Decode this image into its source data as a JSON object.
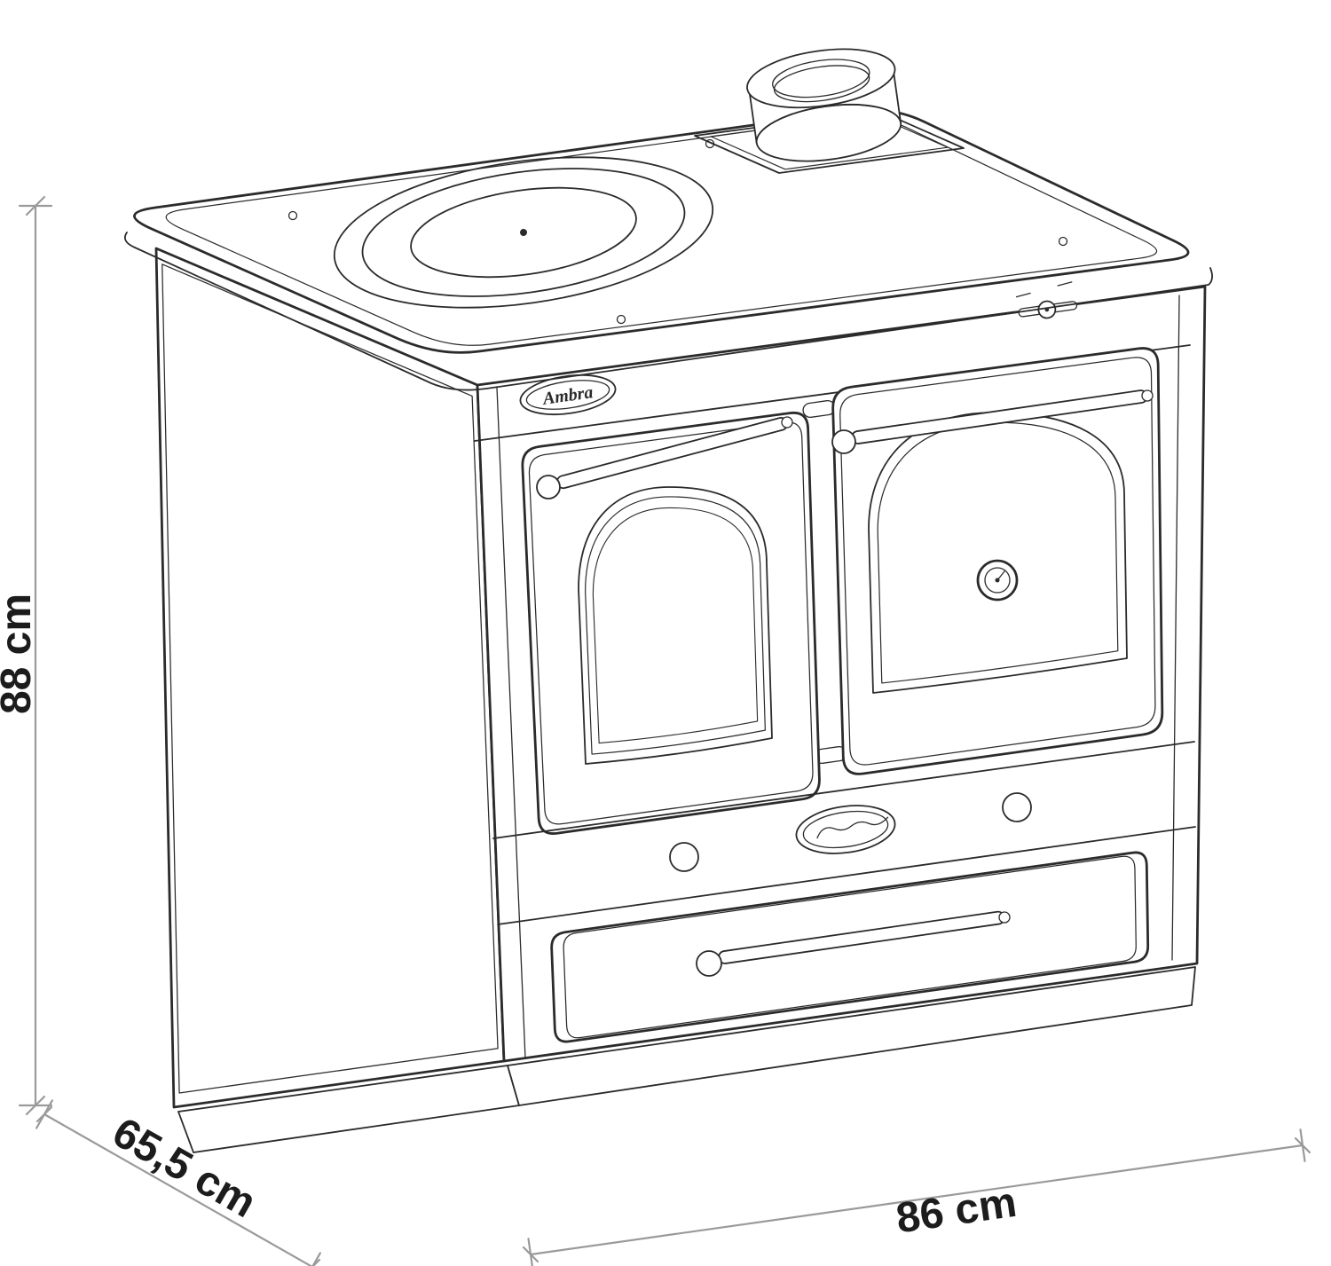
{
  "meta": {
    "background_color": "#ffffff",
    "line_color": "#2b2b2b",
    "dimension_line_color": "#9a9a9a",
    "text_color": "#1c1c1c"
  },
  "drawing": {
    "brand_badge": {
      "text": "Ambra"
    },
    "dimensions": {
      "height": {
        "label": "88 cm"
      },
      "depth": {
        "label": "65,5 cm"
      },
      "width": {
        "label": "86 cm"
      }
    }
  }
}
